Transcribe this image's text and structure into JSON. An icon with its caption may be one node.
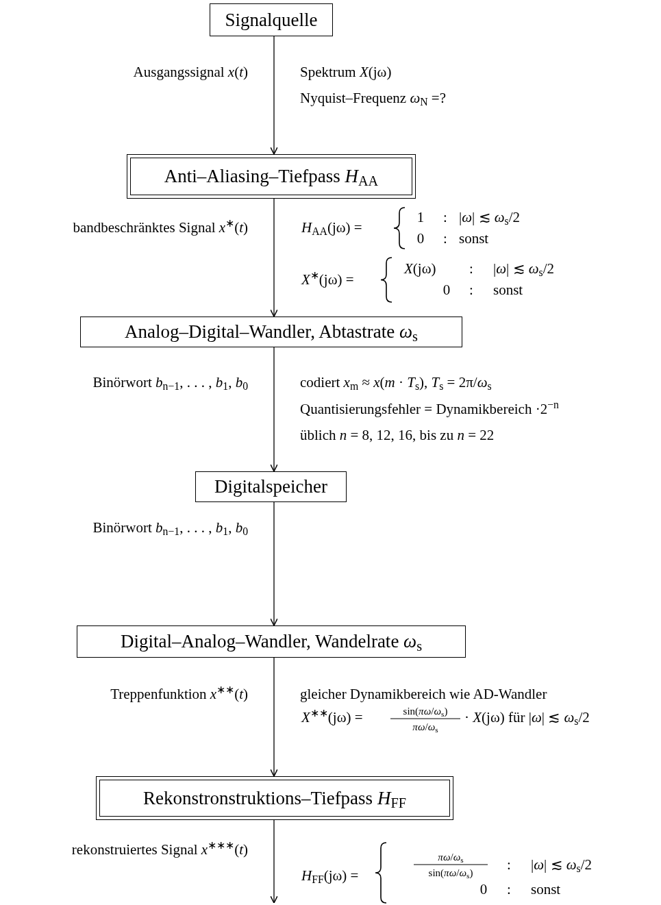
{
  "diagram": {
    "nodes": [
      {
        "text": [
          "Signalquelle"
        ]
      },
      {
        "text": [
          "Anti–Aliasing–Tiefpass *H*$_{AA}$"
        ]
      },
      {
        "text": [
          "Analog–Digital–Wandler, Abtastrate *ω*$_{s}$"
        ]
      },
      {
        "text": [
          "Digitalspeicher"
        ]
      },
      {
        "text": [
          "Digital–Analog–Wandler, Wandelrate *ω*$_{s}$"
        ]
      },
      {
        "text": [
          "Rekonstronstruktions–Tiefpass *H*$_{FF}$"
        ]
      }
    ],
    "edges": [
      {
        "from": 0,
        "to": 1,
        "arrow": "to",
        "label": "Ausgangssignal *x*(*t*)"
      },
      {
        "from": 1,
        "to": 2,
        "arrow": "to",
        "label": "bandbeschränktes Signal *x*$^{∗}$(*t*)"
      },
      {
        "from": 2,
        "to": 3,
        "arrow": "to",
        "label": "Binörwort *b*$_{n−1}$, . . . , *b*$_{1}$, *b*$_{0}$"
      },
      {
        "from": 3,
        "to": 4,
        "arrow": "to",
        "label": "Binörwort *b*$_{n−1}$, . . . , *b*$_{1}$, *b*$_{0}$"
      },
      {
        "from": 4,
        "to": 5,
        "arrow": "to",
        "label": "Treppenfunktion *x*$^{∗∗}$(*t*)"
      },
      {
        "from": 5,
        "to": null,
        "arrow": "to",
        "label": "rekonstruiertes Signal *x*$^{∗∗∗}$(*t*)"
      }
    ],
    "labels": [
      "Spektrum *X*(jω)",
      "Nyquist–Frequenz *ω*$_{N}$ =?",
      "*H*$_{AA}$(jω) =",
      "1",
      ":",
      "|*ω*| ≲ *ω*$_{s}$/2",
      "0",
      ":",
      "sonst",
      "*X*$^{∗}$(jω) =",
      "*X*(jω)",
      ":",
      "|*ω*| ≲ *ω*$_{s}$/2",
      "0",
      ":",
      "sonst",
      "codiert *x*$_{m}$ ≈ *x*(*m* · *T*$_{s}$), *T*$_{s}$ = 2π/*ω*$_{s}$",
      "Quantisierungsfehler = Dynamikbereich ·2$^{−n}$",
      "üblich *n* = 8, 12, 16, bis zu *n* = 22",
      "gleicher Dynamikbereich wie AD-Wandler",
      "*X*$^{∗∗}$(jω) =",
      "sin(*πω*/*ω*$_{s}$)",
      "*πω*/*ω*$_{s}$",
      "· *X*(jω) für |*ω*| ≲ *ω*$_{s}$/2",
      "*H*$_{FF}$(jω) =",
      "*πω*/*ω*$_{s}$",
      "sin(*πω*/*ω*$_{s}$)",
      ":",
      "|*ω*| ≲ *ω*$_{s}$/2",
      "0",
      ":",
      "sonst"
    ]
  }
}
